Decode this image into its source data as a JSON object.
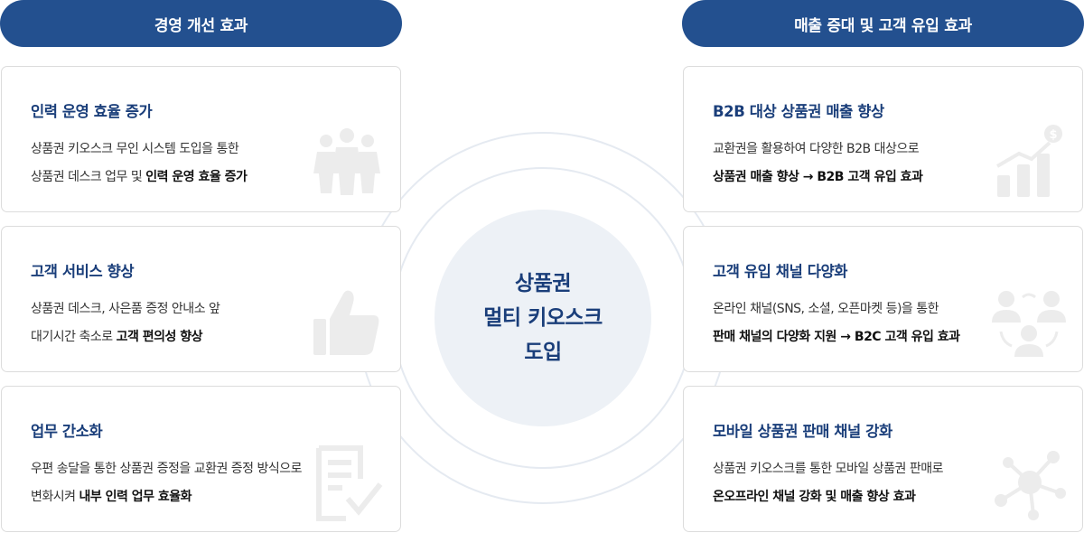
{
  "headers": {
    "left": "경영 개선 효과",
    "right": "매출 증대 및 고객 유입 효과"
  },
  "center": {
    "lines": [
      "상품권",
      "멀티 키오스크",
      "도입"
    ]
  },
  "left_cards": [
    {
      "title": "인력 운영 효율 증가",
      "line1": "상품권 키오스크 무인 시스템 도입을 통한",
      "line2_normal": "상품권 데스크 업무 및 ",
      "line2_bold": "인력 운영 효율 증가",
      "icon": "people-icon"
    },
    {
      "title": "고객 서비스 향상",
      "line1": "상품권 데스크, 사은품 증정 안내소 앞",
      "line2_normal": "대기시간 축소로 ",
      "line2_bold": "고객 편의성 향상",
      "icon": "thumbs-up-icon"
    },
    {
      "title": "업무 간소화",
      "line1": "우편 송달을 통한 상품권 증정을 교환권 증정 방식으로",
      "line2_normal": "변화시켜 ",
      "line2_bold": "내부 인력 업무 효율화",
      "icon": "document-check-icon"
    }
  ],
  "right_cards": [
    {
      "title": "B2B 대상 상품권 매출 향상",
      "line1": "교환권을 활용하여 다양한 B2B 대상으로",
      "line2_bold": "상품권 매출 향상 → B2B 고객 유입 효과",
      "icon": "growth-chart-icon"
    },
    {
      "title": "고객 유입 채널 다양화",
      "line1": "온라인 채널(SNS, 소셜, 오픈마켓 등)을 통한",
      "line2_bold": "판매 채널의 다양화 지원 → B2C 고객 유입 효과",
      "icon": "user-group-icon"
    },
    {
      "title": "모바일 상품권 판매 채널 강화",
      "line1": "상품권 키오스크를 통한 모바일 상품권 판매로",
      "line2_bold": "온오프라인 채널 강화 및 매출 향상 효과",
      "icon": "network-icon"
    }
  ],
  "colors": {
    "header_bg": "#23508f",
    "title": "#1a3e7a",
    "circle_bg": "#edf1f6",
    "ring": "#e2e8f0",
    "icon": "#ececec"
  }
}
